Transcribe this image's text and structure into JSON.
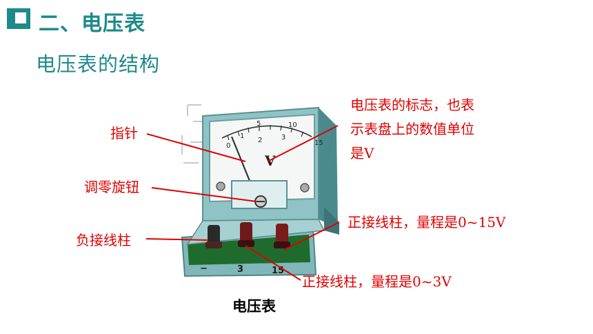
{
  "header": {
    "title": "二、电压表",
    "subtitle": "电压表的结构"
  },
  "labels": {
    "pointer": "指针",
    "zero_knob": "调零旋钮",
    "neg_terminal": "负接线柱",
    "symbol_line1": "电压表的标志，也表",
    "symbol_line2": "示表盘上的数值单位",
    "symbol_line3": "是V",
    "pos15": "正接线柱，量程是0~15V",
    "pos3": "正接线柱，量程是0~3V"
  },
  "meter": {
    "scale_marks": [
      "0",
      "1",
      "5",
      "2",
      "10",
      "3",
      "15"
    ],
    "unit": "V",
    "terminal_marks": [
      "−",
      "3",
      "15"
    ]
  },
  "caption": "电压表",
  "colors": {
    "accent": "#1e8a8a",
    "label_red": "#e00000"
  }
}
